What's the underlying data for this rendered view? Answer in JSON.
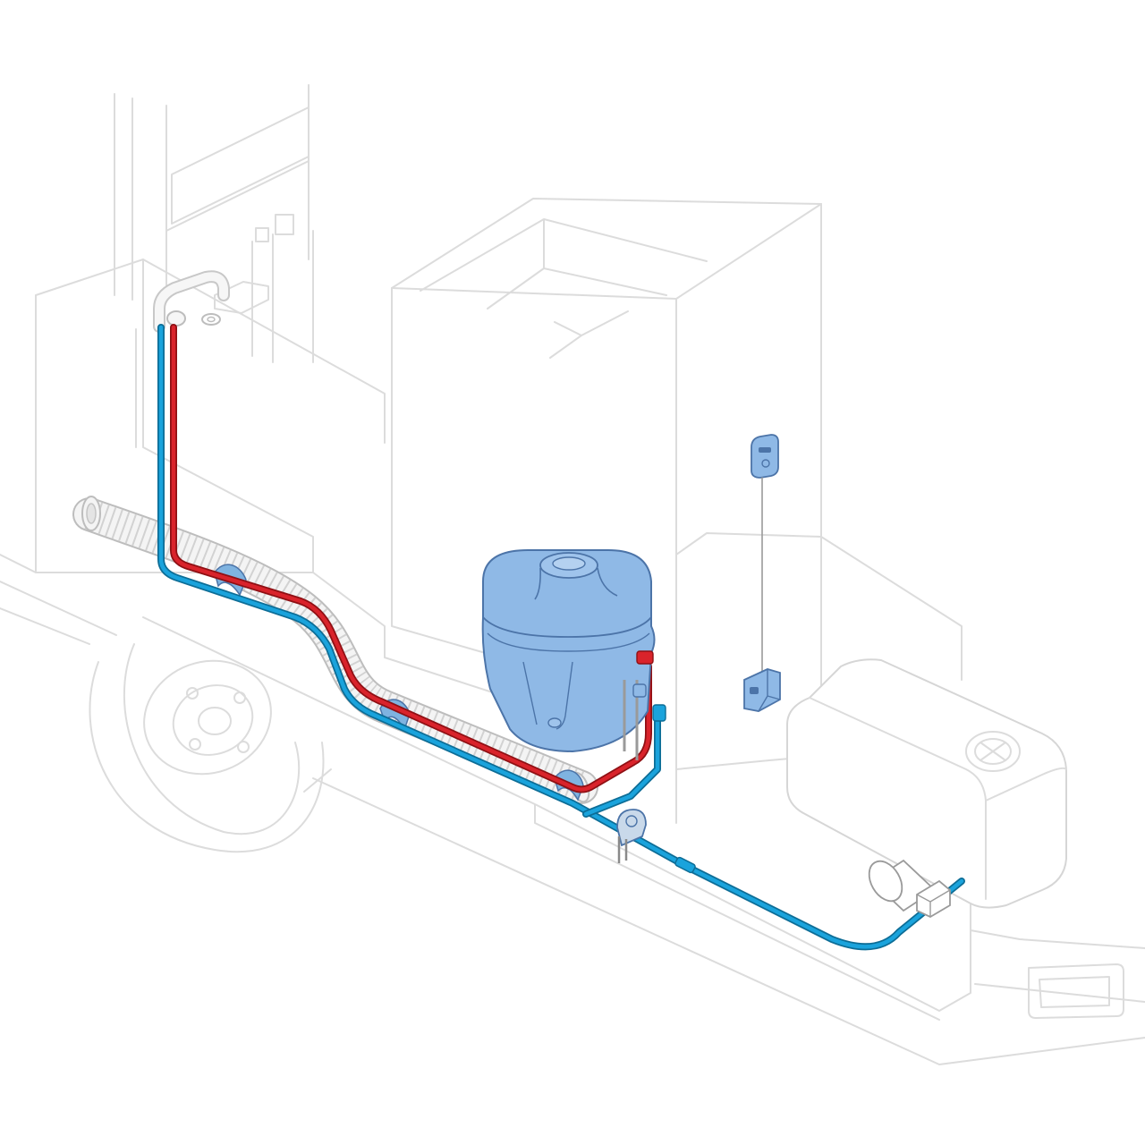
{
  "diagram": {
    "colors": {
      "hot_line": "#d9232b",
      "cold_line": "#1aa3dc",
      "component_fill": "#8fb9e6",
      "component_stroke": "#4c74a8",
      "ghost_outline": "#dcdcdc",
      "hose": "#f4f4f4"
    },
    "components": [
      {
        "id": "vehicle-body",
        "icon": "motorhome-outline"
      },
      {
        "id": "rear-wheel",
        "icon": "wheel-outline"
      },
      {
        "id": "water-heater-tank",
        "icon": "boiler"
      },
      {
        "id": "control-panel",
        "icon": "switch-panel"
      },
      {
        "id": "pressure-switch",
        "icon": "relay-box"
      },
      {
        "id": "fresh-water-tank",
        "icon": "tank"
      },
      {
        "id": "water-filter",
        "icon": "cylinder-filter"
      },
      {
        "id": "water-pump",
        "icon": "pump"
      },
      {
        "id": "corrugated-hose",
        "icon": "flex-duct"
      },
      {
        "id": "shower-tap",
        "icon": "faucet"
      }
    ]
  }
}
